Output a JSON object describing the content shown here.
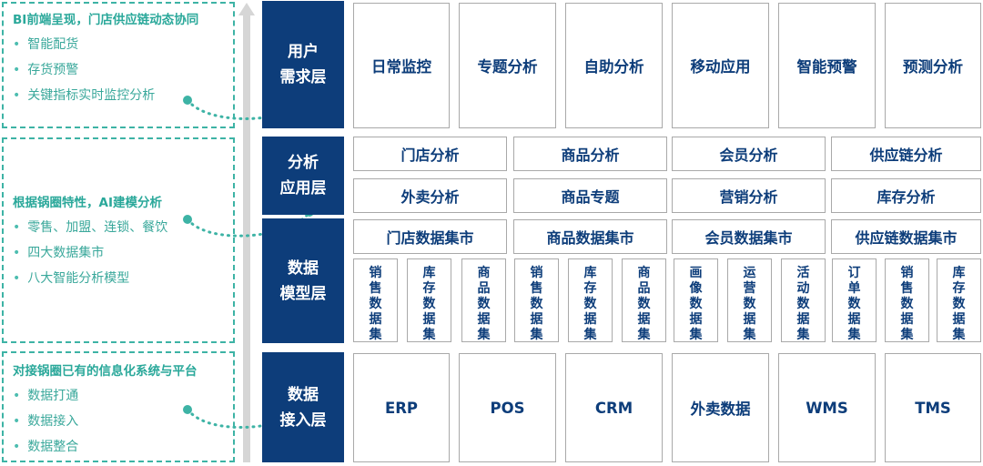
{
  "callouts": [
    {
      "title": "BI前端呈现，门店供应链动态协同",
      "items": [
        "智能配货",
        "存货预警",
        "关键指标实时监控分析"
      ]
    },
    {
      "title": "根据锅圈特性，AI建模分析",
      "items": [
        "零售、加盟、连锁、餐饮",
        "四大数据集市",
        "八大智能分析模型"
      ]
    },
    {
      "title": "对接锅圈已有的信息化系统与平台",
      "items": [
        "数据打通",
        "数据接入",
        "数据整合"
      ]
    }
  ],
  "layers": {
    "demand": {
      "label_line1": "用户",
      "label_line2": "需求层",
      "items": [
        "日常监控",
        "专题分析",
        "自助分析",
        "移动应用",
        "智能预警",
        "预测分析"
      ]
    },
    "analysis": {
      "label_line1": "分析",
      "label_line2": "应用层",
      "row1": [
        "门店分析",
        "商品分析",
        "会员分析",
        "供应链分析"
      ],
      "row2": [
        "外卖分析",
        "商品专题",
        "营销分析",
        "库存分析"
      ]
    },
    "model": {
      "label_line1": "数据",
      "label_line2": "模型层",
      "marts": [
        "门店数据集市",
        "商品数据集市",
        "会员数据集市",
        "供应链数据集市"
      ],
      "datasets": [
        "销售数据集",
        "库存数据集",
        "商品数据集",
        "销售数据集",
        "库存数据集",
        "商品数据集",
        "画像数据集",
        "运营数据集",
        "活动数据集",
        "订单数据集",
        "销售数据集",
        "库存数据集"
      ]
    },
    "access": {
      "label_line1": "数据",
      "label_line2": "接入层",
      "items": [
        "ERP",
        "POS",
        "CRM",
        "外卖数据",
        "WMS",
        "TMS"
      ]
    }
  },
  "colors": {
    "navy": "#0d3d7a",
    "teal": "#3db3a5",
    "border": "#a9a9a9",
    "arrow": "#d6d6d6"
  }
}
